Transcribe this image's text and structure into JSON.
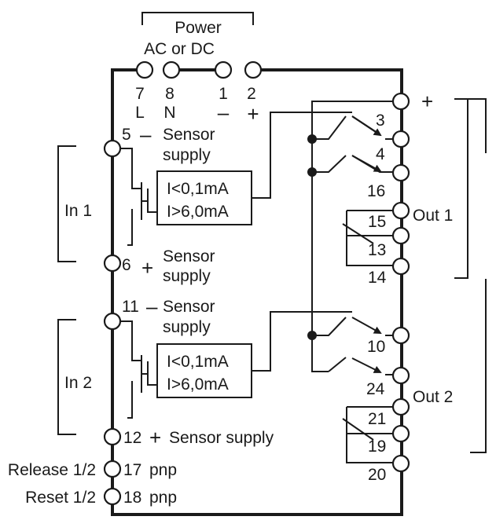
{
  "power": {
    "title": "Power",
    "subtitle": "AC or DC"
  },
  "top_terminals": [
    {
      "num": "7",
      "sig": "L"
    },
    {
      "num": "8",
      "sig": "N"
    },
    {
      "num": "1",
      "sig": "–"
    },
    {
      "num": "2",
      "sig": "+"
    }
  ],
  "inputs": {
    "in1": {
      "label": "In 1",
      "t5": "5",
      "t5_sign": "–",
      "t5_text_a": "Sensor",
      "t5_text_b": "supply",
      "t6": "6",
      "t6_sign": "+",
      "t6_text_a": "Sensor",
      "t6_text_b": "supply",
      "threshold_low": "I<0,1mA",
      "threshold_high": "I>6,0mA"
    },
    "in2": {
      "label": "In 2",
      "t11": "11",
      "t11_sign": "–",
      "t11_text_a": "Sensor",
      "t11_text_b": "supply",
      "t12": "12",
      "t12_sign": "+",
      "t12_text": "Sensor supply",
      "threshold_low": "I<0,1mA",
      "threshold_high": "I>6,0mA"
    }
  },
  "control": {
    "release_label": "Release 1/2",
    "release_num": "17",
    "release_type": "pnp",
    "reset_label": "Reset 1/2",
    "reset_num": "18",
    "reset_type": "pnp"
  },
  "outputs": {
    "plus": "+",
    "out1": {
      "label": "Out 1",
      "terms": [
        "3",
        "4",
        "16",
        "15",
        "13",
        "14"
      ]
    },
    "out2": {
      "label": "Out 2",
      "terms": [
        "10",
        "24",
        "21",
        "19",
        "20"
      ]
    }
  }
}
